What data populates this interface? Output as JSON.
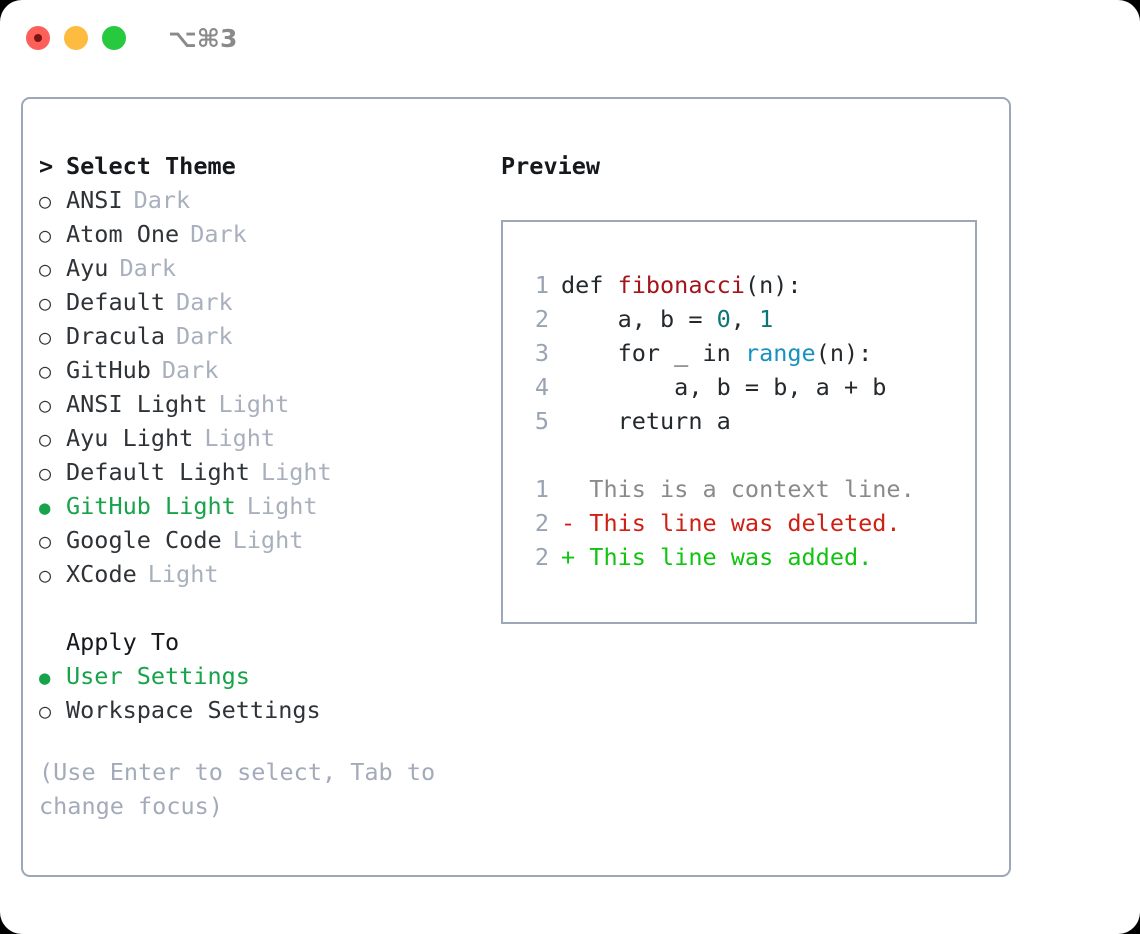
{
  "window": {
    "shortcut_label": "⌥⌘3",
    "traffic_lights": [
      "close",
      "minimize",
      "zoom"
    ],
    "border_color": "#9ca7b8"
  },
  "theme_picker": {
    "arrow_marker": ">",
    "title": "Select Theme",
    "radio_empty": "○",
    "radio_filled": "●",
    "selected_color": "#16a34a",
    "muted_color": "#a8b0bd",
    "items": [
      {
        "name": "ANSI",
        "kind": "Dark",
        "selected": false
      },
      {
        "name": "Atom One",
        "kind": "Dark",
        "selected": false
      },
      {
        "name": "Ayu",
        "kind": "Dark",
        "selected": false
      },
      {
        "name": "Default",
        "kind": "Dark",
        "selected": false
      },
      {
        "name": "Dracula",
        "kind": "Dark",
        "selected": false
      },
      {
        "name": "GitHub",
        "kind": "Dark",
        "selected": false
      },
      {
        "name": "ANSI Light",
        "kind": "Light",
        "selected": false
      },
      {
        "name": "Ayu Light",
        "kind": "Light",
        "selected": false
      },
      {
        "name": "Default Light",
        "kind": "Light",
        "selected": false
      },
      {
        "name": "GitHub Light",
        "kind": "Light",
        "selected": true
      },
      {
        "name": "Google Code",
        "kind": "Light",
        "selected": false
      },
      {
        "name": "XCode",
        "kind": "Light",
        "selected": false
      }
    ]
  },
  "apply_to": {
    "header": "Apply To",
    "options": [
      {
        "label": "User Settings",
        "selected": true
      },
      {
        "label": "Workspace Settings",
        "selected": false
      }
    ]
  },
  "help": {
    "text": "(Use Enter to select, Tab to change focus)"
  },
  "preview": {
    "title": "Preview",
    "code_lines": [
      {
        "lineno": "1",
        "tokens": [
          {
            "text": "def ",
            "type": "plain"
          },
          {
            "text": "fibonacci",
            "type": "fn"
          },
          {
            "text": "(n):",
            "type": "plain"
          }
        ]
      },
      {
        "lineno": "2",
        "tokens": [
          {
            "text": "    a, b = ",
            "type": "plain"
          },
          {
            "text": "0",
            "type": "num"
          },
          {
            "text": ", ",
            "type": "plain"
          },
          {
            "text": "1",
            "type": "num"
          }
        ]
      },
      {
        "lineno": "3",
        "tokens": [
          {
            "text": "    for _ in ",
            "type": "plain"
          },
          {
            "text": "range",
            "type": "builtin"
          },
          {
            "text": "(n):",
            "type": "plain"
          }
        ]
      },
      {
        "lineno": "4",
        "tokens": [
          {
            "text": "        a, b = b, a + b",
            "type": "plain"
          }
        ]
      },
      {
        "lineno": "5",
        "tokens": [
          {
            "text": "    return a",
            "type": "plain"
          }
        ]
      }
    ],
    "diff_lines": [
      {
        "lineno": "1",
        "sign": " ",
        "text": " This is a context line.",
        "type": "context"
      },
      {
        "lineno": "2",
        "sign": "-",
        "text": " This line was deleted.",
        "type": "del"
      },
      {
        "lineno": "2",
        "sign": "+",
        "text": " This line was added.",
        "type": "add"
      }
    ],
    "colors": {
      "function": "#a3151b",
      "number": "#0d7577",
      "builtin": "#1792c0",
      "context": "#8a8a8a",
      "deleted": "#cf2014",
      "added": "#10c410",
      "lineno": "#9aa3b2"
    }
  }
}
